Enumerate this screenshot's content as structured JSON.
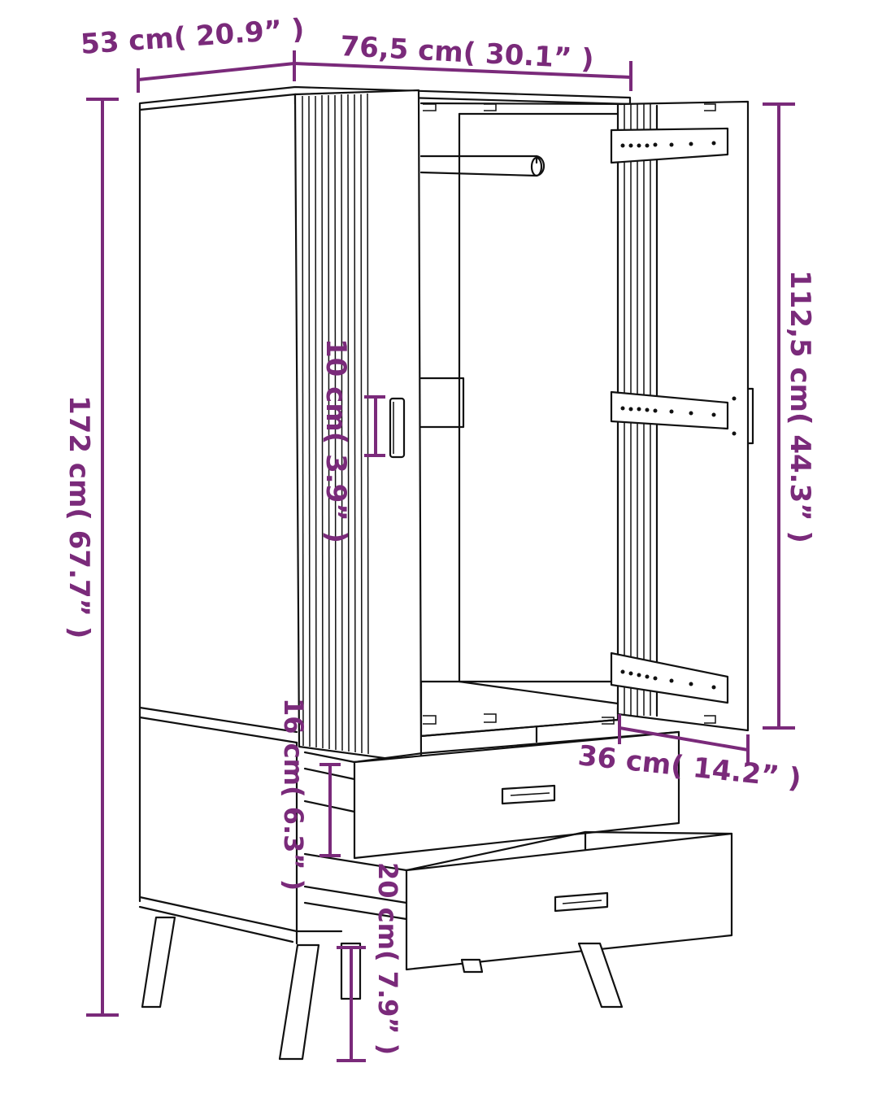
{
  "colors": {
    "dimension": "#7a2a7a",
    "outline": "#111111",
    "background": "#ffffff"
  },
  "dimensions": {
    "depth": "53 cm( 20.9” )",
    "width": "76,5 cm( 30.1” )",
    "height_total": "172 cm( 67.7” )",
    "height_wardrobe": "112,5 cm( 44.3” )",
    "handle": "10 cm( 3.9” )",
    "drawer_depth": "36 cm( 14.2” )",
    "drawer_upper": "16 cm( 6.3” )",
    "drawer_lower": "20 cm( 7.9” )"
  }
}
